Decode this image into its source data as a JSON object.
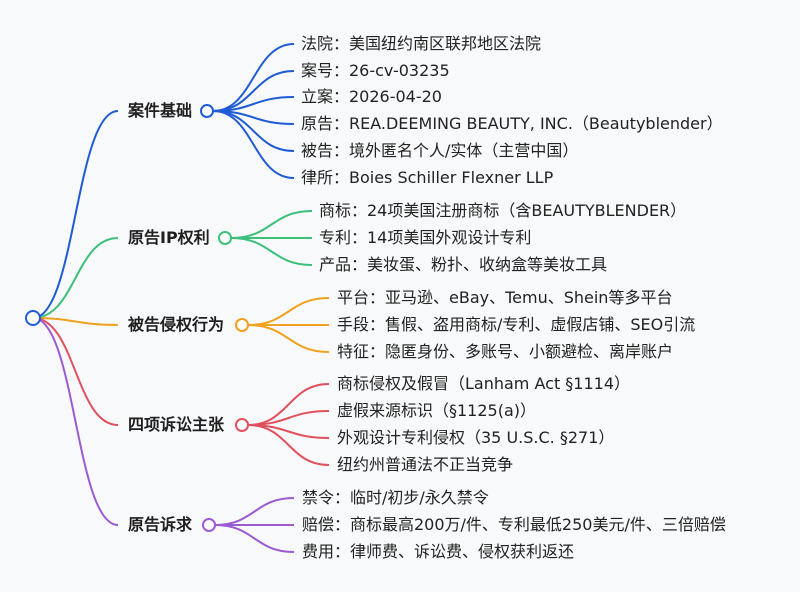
{
  "colors": {
    "case": "#1f5bd6",
    "ip": "#3cc07a",
    "acts": "#f0a21e",
    "claims": "#e0515e",
    "relief": "#9b5bd3",
    "root": "#1f5bd6"
  },
  "branches": [
    {
      "label": "案件基础",
      "children": [
        "法院：美国纽约南区联邦地区法院",
        "案号：26-cv-03235",
        "立案：2026-04-20",
        "原告：REA.DEEMING BEAUTY, INC.（Beautyblender）",
        "被告：境外匿名个人/实体（主营中国）",
        "律所：Boies Schiller Flexner LLP"
      ]
    },
    {
      "label": "原告IP权利",
      "children": [
        "商标：24项美国注册商标（含BEAUTYBLENDER）",
        "专利：14项美国外观设计专利",
        "产品：美妆蛋、粉扑、收纳盒等美妆工具"
      ]
    },
    {
      "label": "被告侵权行为",
      "children": [
        "平台：亚马逊、eBay、Temu、Shein等多平台",
        "手段：售假、盗用商标/专利、虚假店铺、SEO引流",
        "特征：隐匿身份、多账号、小额避检、离岸账户"
      ]
    },
    {
      "label": "四项诉讼主张",
      "children": [
        "商标侵权及假冒（Lanham Act §1114）",
        "虚假来源标识（§1125(a)）",
        "外观设计专利侵权（35 U.S.C. §271）",
        "纽约州普通法不正当竞争"
      ]
    },
    {
      "label": "原告诉求",
      "children": [
        "禁令：临时/初步/永久禁令",
        "赔偿：商标最高200万/件、专利最低250美元/件、三倍赔偿",
        "费用：律师费、诉讼费、侵权获利返还"
      ]
    }
  ]
}
